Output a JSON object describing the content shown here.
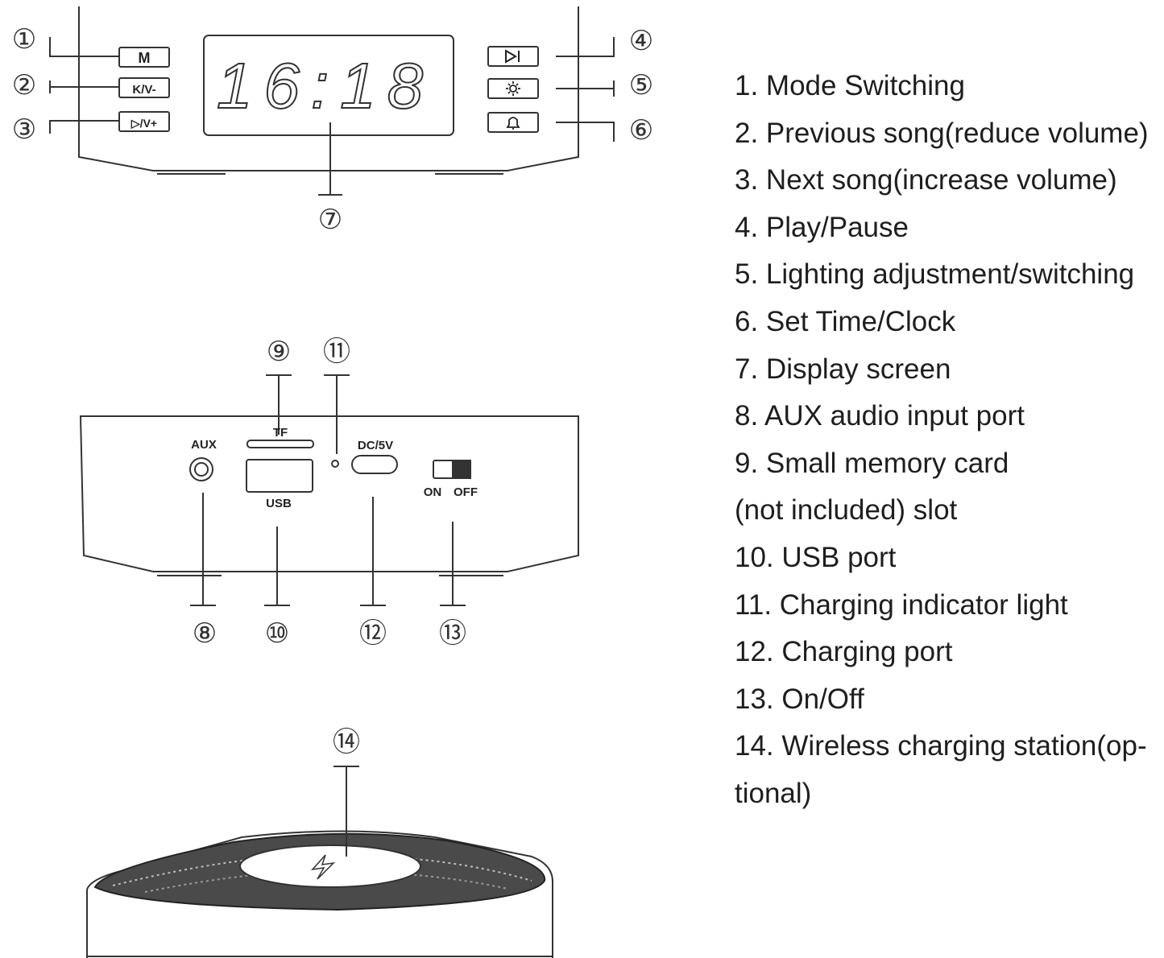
{
  "front_view": {
    "time_digits": "16:18",
    "button_m": "M",
    "button_prev": "K/V-",
    "button_next": "▷/V+",
    "callouts": [
      "①",
      "②",
      "③",
      "④",
      "⑤",
      "⑥",
      "⑦"
    ]
  },
  "back_view": {
    "aux_label": "AUX",
    "tf_label": "TF",
    "usb_label": "USB",
    "dc_label": "DC/5V",
    "on_label": "ON",
    "off_label": "OFF",
    "callouts": [
      "⑧",
      "⑨",
      "⑩",
      "⑪",
      "⑫",
      "⑬"
    ]
  },
  "top_view": {
    "callouts": [
      "⑭"
    ]
  },
  "legend": [
    "1. Mode Switching",
    "2. Previous song(reduce volume)",
    "3. Next song(increase volume)",
    "4. Play/Pause",
    "5. Lighting adjustment/switching",
    "6. Set Time/Clock",
    "7. Display screen",
    "8. AUX audio input port",
    "9. Small memory card",
    "(not included) slot",
    "10. USB port",
    "11. Charging indicator light",
    "12. Charging port",
    "13. On/Off",
    "14. Wireless charging station(op-",
    "tional)"
  ]
}
